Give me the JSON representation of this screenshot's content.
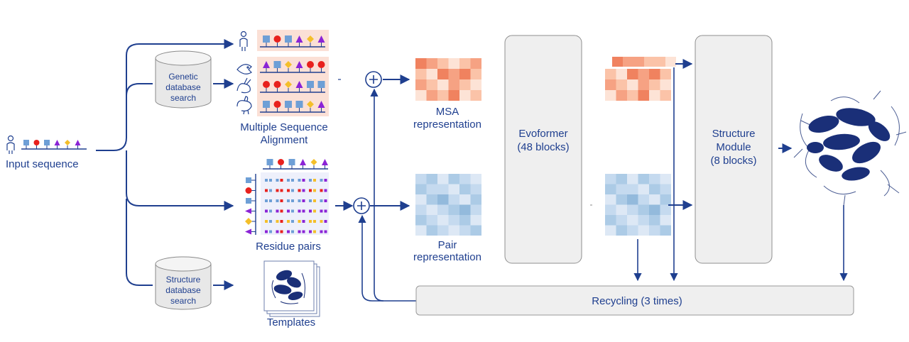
{
  "input": {
    "label": "Input sequence"
  },
  "genetic_db": {
    "lines": [
      "Genetic",
      "database",
      "search"
    ]
  },
  "structure_db": {
    "lines": [
      "Structure",
      "database",
      "search"
    ]
  },
  "msa": {
    "lines": [
      "Multiple Sequence",
      "Alignment"
    ]
  },
  "residue_pairs": {
    "label": "Residue pairs"
  },
  "templates": {
    "label": "Templates"
  },
  "msa_repr": {
    "lines": [
      "MSA",
      "representation"
    ]
  },
  "pair_repr": {
    "lines": [
      "Pair",
      "representation"
    ]
  },
  "evoformer": {
    "lines": [
      "Evoformer",
      "(48 blocks)"
    ]
  },
  "structure_module": {
    "lines": [
      "Structure",
      "Module",
      "(8 blocks)"
    ]
  },
  "recycling": {
    "label": "Recycling (3 times)"
  },
  "colors": {
    "arrow": "#1f3f8f",
    "box": "#efefef",
    "box_stroke": "#9a9a9a",
    "blue_square": "#6e9fd6",
    "red_circle": "#e8211d",
    "purple_triangle": "#8b23d6",
    "yellow_diamond": "#f4bf2a",
    "msa_bg": "#fbe0d6"
  }
}
